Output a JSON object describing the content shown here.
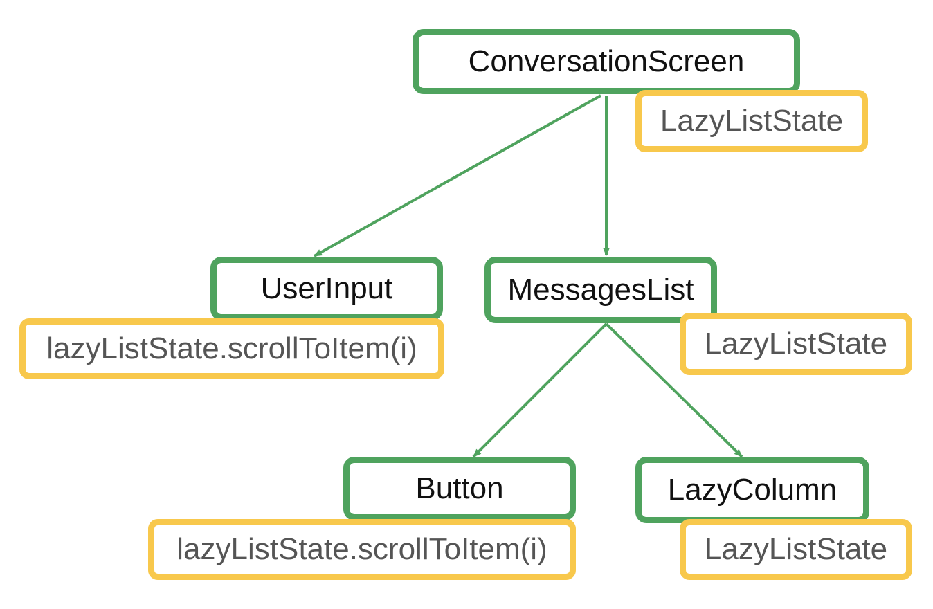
{
  "colors": {
    "composable_border": "#4fa35e",
    "state_border": "#f8c84c",
    "edge": "#4fa35e",
    "background": "#ffffff"
  },
  "nodes": {
    "conversation_screen": {
      "label": "ConversationScreen",
      "state": "LazyListState"
    },
    "user_input": {
      "label": "UserInput",
      "state": "lazyListState.scrollToItem(i)"
    },
    "messages_list": {
      "label": "MessagesList",
      "state": "LazyListState"
    },
    "button": {
      "label": "Button",
      "state": "lazyListState.scrollToItem(i)"
    },
    "lazy_column": {
      "label": "LazyColumn",
      "state": "LazyListState"
    }
  },
  "edges": [
    {
      "from": "ConversationScreen",
      "to": "UserInput"
    },
    {
      "from": "ConversationScreen",
      "to": "MessagesList"
    },
    {
      "from": "MessagesList",
      "to": "Button"
    },
    {
      "from": "MessagesList",
      "to": "LazyColumn"
    }
  ]
}
